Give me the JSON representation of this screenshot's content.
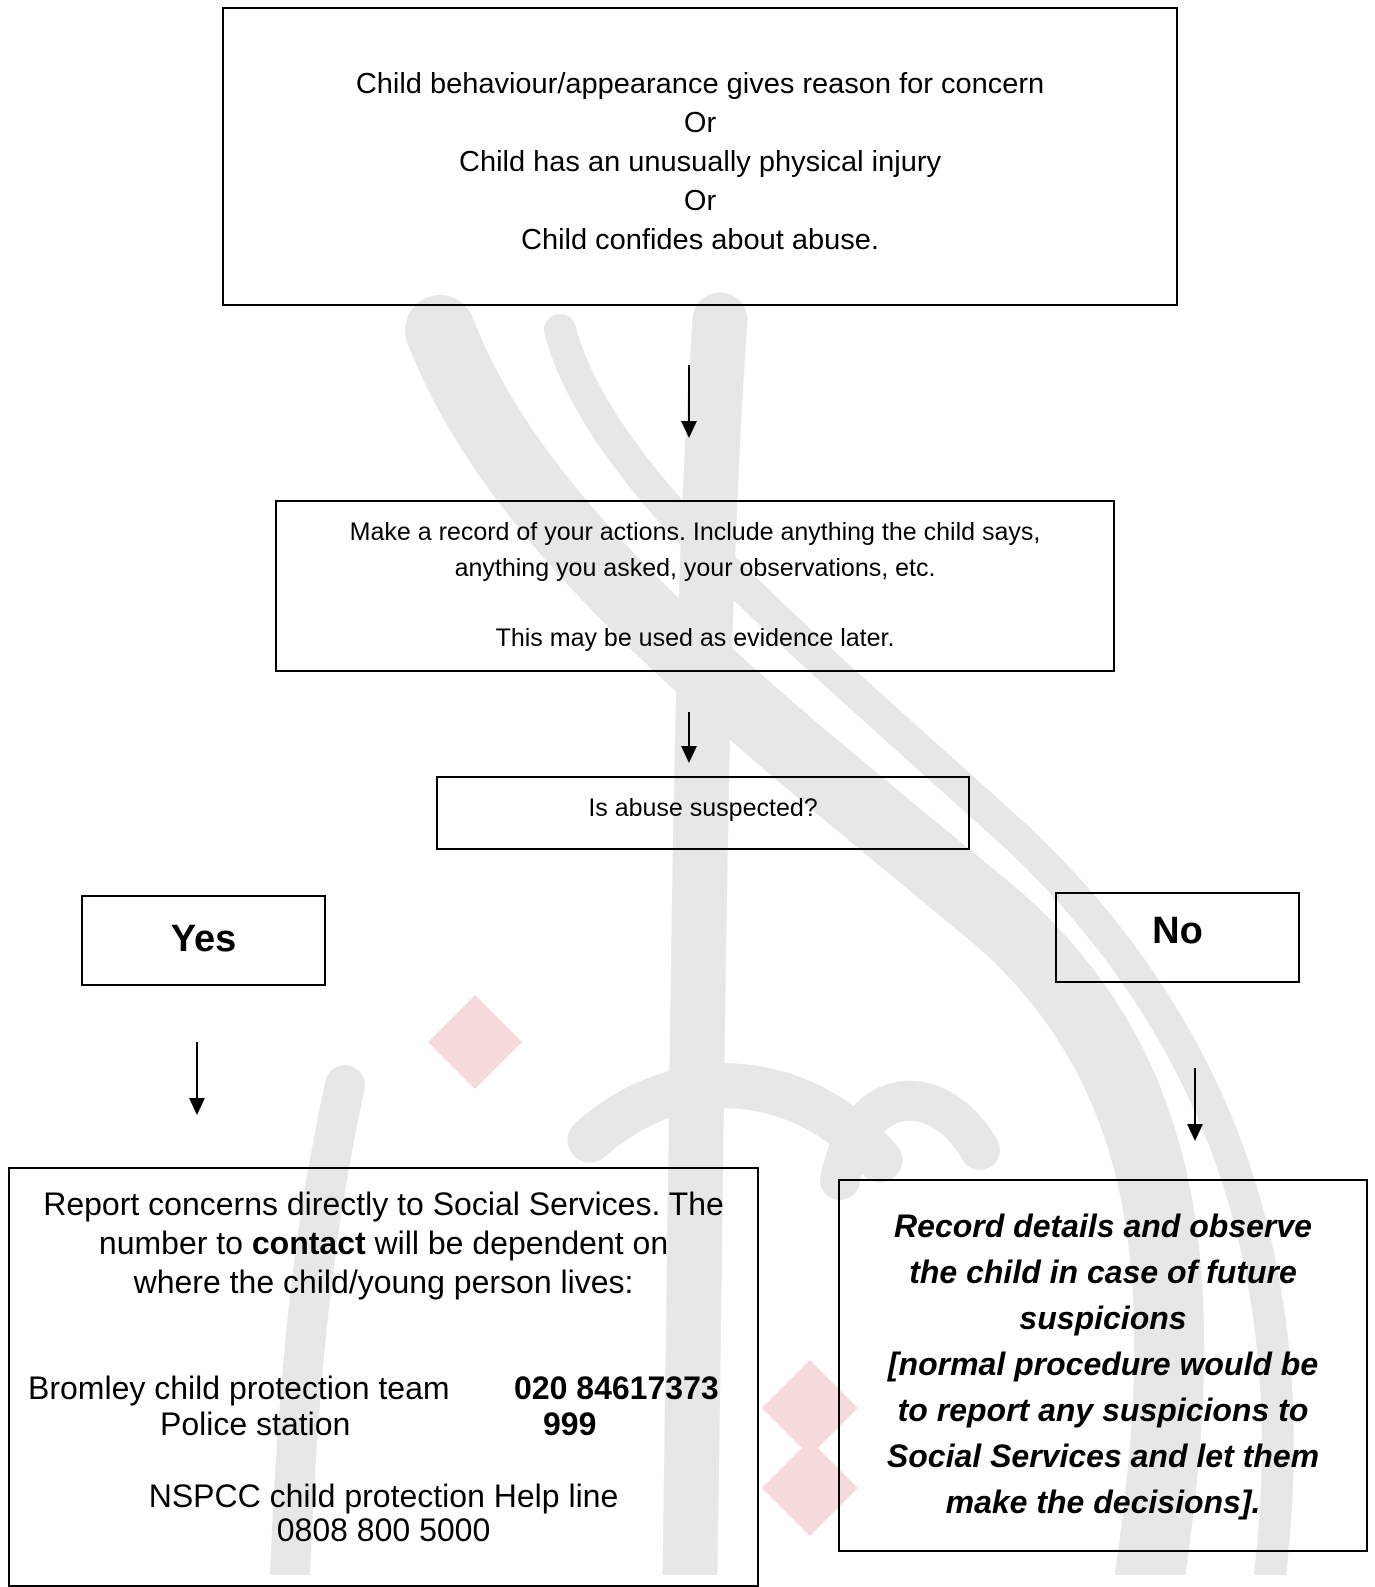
{
  "top_box": {
    "line1": "Child behaviour/appearance gives reason for concern",
    "or1": "Or",
    "line2": "Child has an unusually physical injury",
    "or2": "Or",
    "line3": "Child confides about abuse."
  },
  "record_box": {
    "line1": "Make a record of your actions. Include anything the child says,",
    "line2": "anything you asked, your observations, etc.",
    "line3": "This may be used as evidence later."
  },
  "question_box": {
    "text": "Is abuse suspected?"
  },
  "yes_box": {
    "text": "Yes"
  },
  "no_box": {
    "text": "No"
  },
  "report_box": {
    "intro1": "Report concerns directly to Social Services. The",
    "intro2_pre": "number to ",
    "intro2_bold": "contact",
    "intro2_post": " will be dependent on",
    "intro3": "where the child/young person lives:",
    "contact1_label": "Bromley child protection team",
    "contact1_number": "020 84617373",
    "contact2_label": "Police station",
    "contact2_number": "999",
    "helpline_label": "NSPCC child protection Help line",
    "helpline_number": "0808 800 5000"
  },
  "observe_box": {
    "line1": "Record details and observe",
    "line2": "the child in case of future",
    "line3": "suspicions",
    "line4": "[normal procedure would be",
    "line5": "to report any suspicions to",
    "line6": "Social Services and let them",
    "line7": "make the decisions]."
  },
  "colors": {
    "watermark_grey": "#e6e6e6",
    "watermark_pink": "#f6dcdc"
  }
}
